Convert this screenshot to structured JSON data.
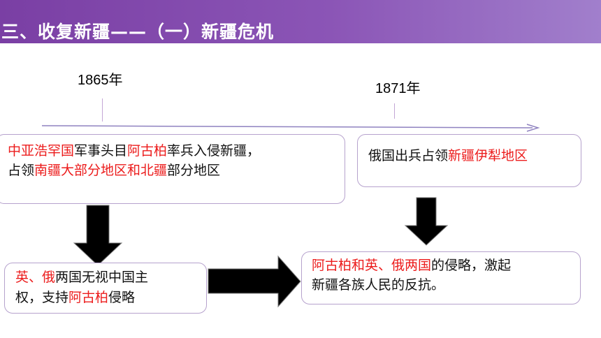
{
  "title": "三、收复新疆——（一）新疆危机",
  "timeline": {
    "year_left": "1865年",
    "year_right": "1871年"
  },
  "box1": {
    "line1": [
      {
        "text": "中亚浩罕国",
        "red": true
      },
      {
        "text": "军事头目",
        "red": false
      },
      {
        "text": "阿古柏",
        "red": true
      },
      {
        "text": "率兵入侵新疆，",
        "red": false
      }
    ],
    "line2": [
      {
        "text": "占领",
        "red": false
      },
      {
        "text": "南疆大部分地区和北疆",
        "red": true
      },
      {
        "text": "部分地区",
        "red": false
      }
    ]
  },
  "box2": {
    "line1": [
      {
        "text": "俄国出兵占领",
        "red": false
      },
      {
        "text": "新疆伊犁地区",
        "red": true
      }
    ]
  },
  "box3": {
    "line1": [
      {
        "text": "英、俄",
        "red": true
      },
      {
        "text": "两国无视中国主",
        "red": false
      }
    ],
    "line2": [
      {
        "text": "权，支持",
        "red": false
      },
      {
        "text": "阿古柏",
        "red": true
      },
      {
        "text": "侵略",
        "red": false
      }
    ]
  },
  "box4": {
    "line1": [
      {
        "text": "阿古柏和英、俄两国",
        "red": true
      },
      {
        "text": "的侵略，激起",
        "red": false
      }
    ],
    "line2": [
      {
        "text": "新疆各族人民的反抗。",
        "red": false
      }
    ]
  },
  "colors": {
    "header_start": "#7a3fa4",
    "header_end": "#a17fcc",
    "emphasis_red": "#ec1c1c",
    "box_border": "#b6a2cd",
    "timeline": "#8f82c0"
  }
}
